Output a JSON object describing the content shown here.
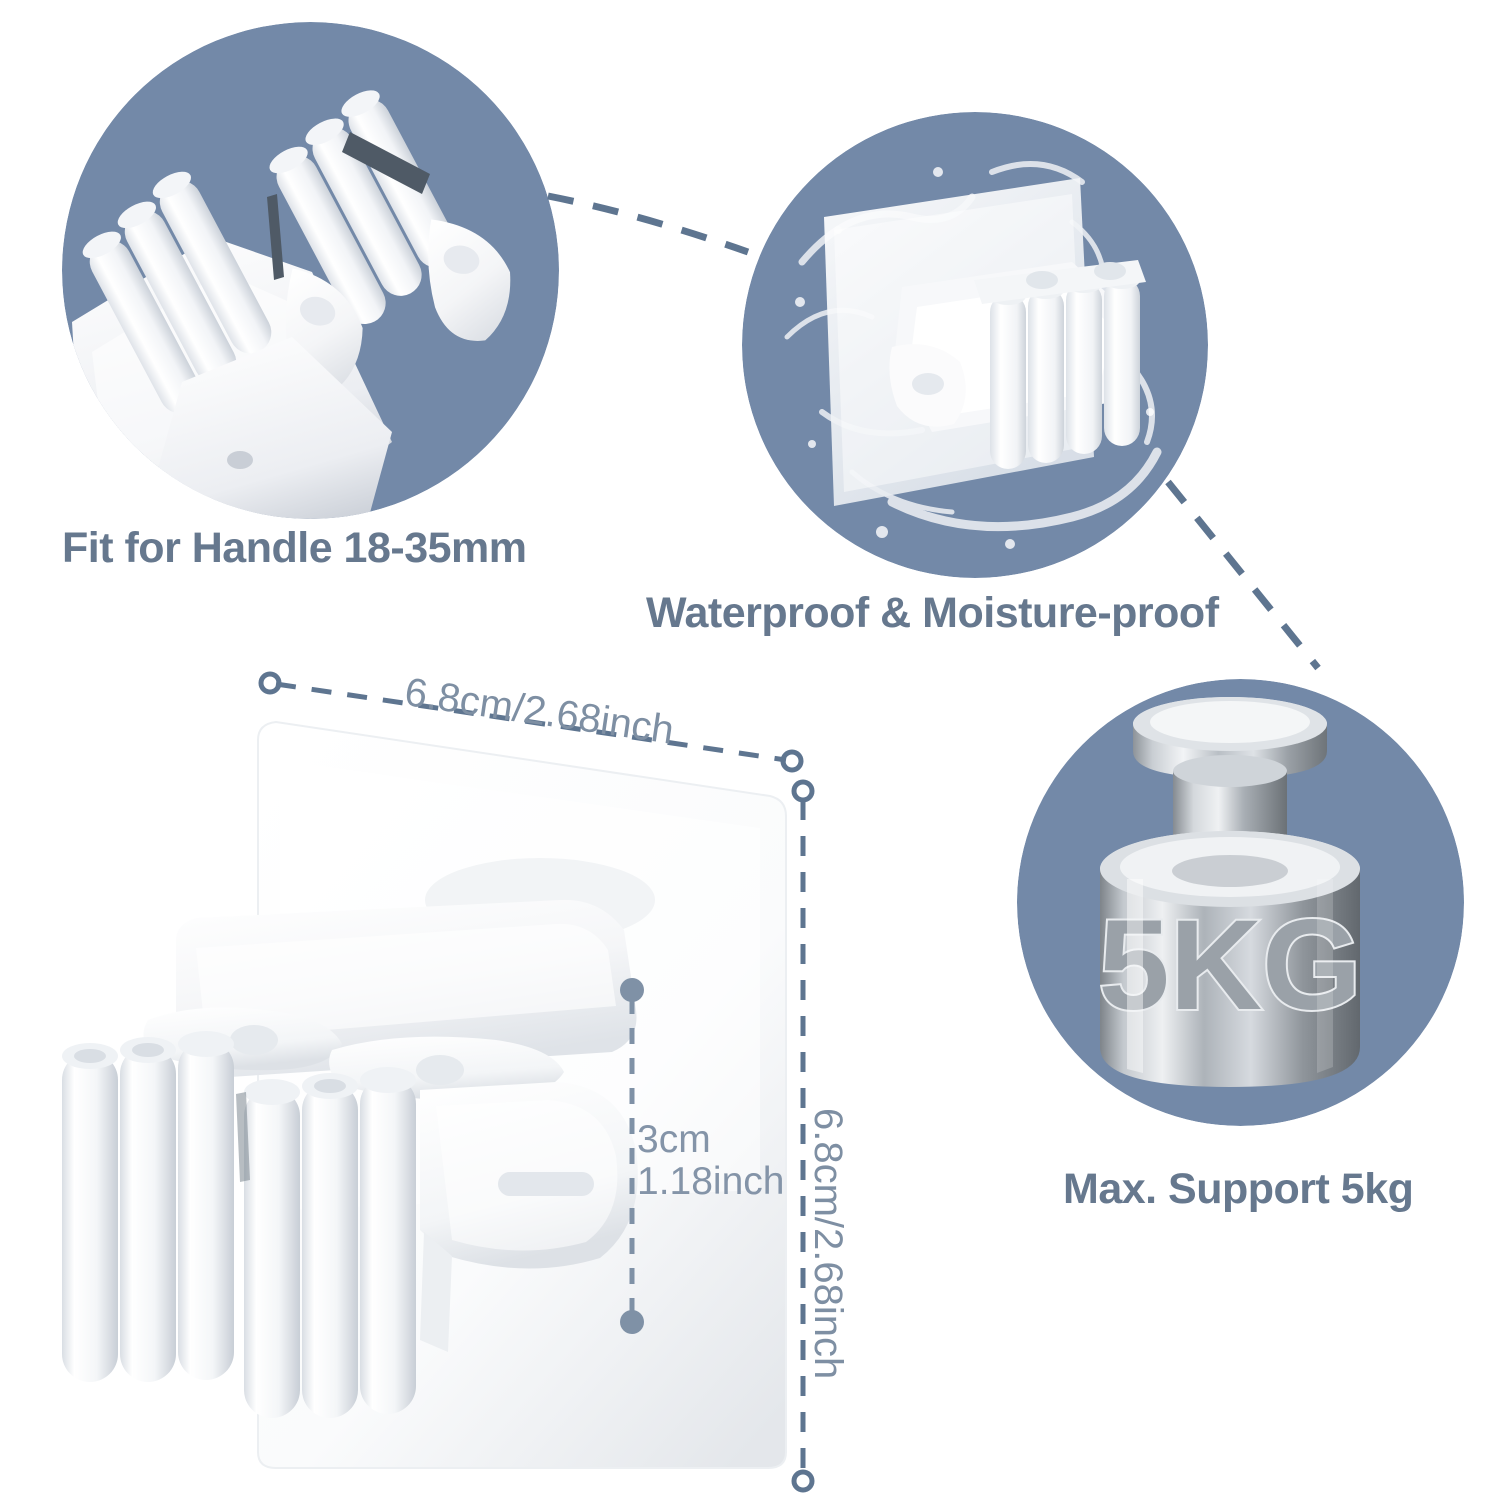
{
  "page": {
    "background_color": "#ffffff",
    "accent_circle_color": "#7389a8",
    "caption_color": "#66788e",
    "dimension_text_color": "#7e8fa3",
    "dashed_line_color": "#5e7590"
  },
  "features": [
    {
      "id": "handle-fit",
      "caption": "Fit for Handle 18-35mm",
      "image_alt": "close-up-of-white-plastic-roller-clips"
    },
    {
      "id": "waterproof",
      "caption": "Waterproof & Moisture-proof",
      "image_alt": "mop-holder-with-water-splash"
    },
    {
      "id": "max-support",
      "caption": "Max. Support 5kg",
      "image_alt": "metal-calibration-weight",
      "weight_label": "5KG"
    }
  ],
  "dimensions": {
    "width": "6.8cm/2.68inch",
    "height": "6.8cm/2.68inch",
    "depth_cm": "3cm",
    "depth_inch": "1.18inch"
  },
  "product": {
    "name": "wall-mounted-mop-holder",
    "body_color": "#ffffff"
  }
}
